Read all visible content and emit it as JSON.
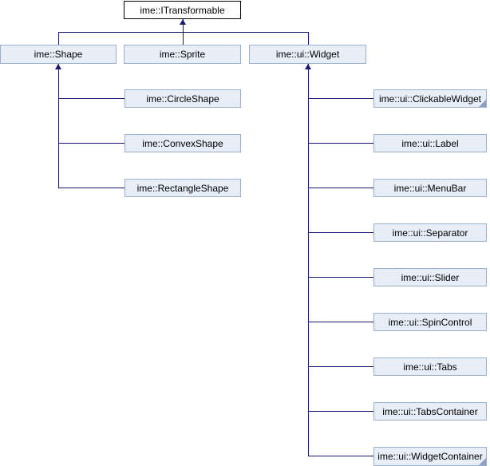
{
  "diagram": {
    "type": "class-inheritance-diagram",
    "colors": {
      "background": "#ffffff",
      "node_fill": "#e8eef7",
      "node_border": "#9caece",
      "root_fill": "#ffffff",
      "root_border": "#000000",
      "edge_line": "#191970",
      "fold_marker": "#8ca0c4",
      "text": "#000000"
    },
    "nodes": [
      {
        "id": "itransformable",
        "label": "ime::ITransformable",
        "is_root": true,
        "has_hidden_subclasses": false
      },
      {
        "id": "shape",
        "label": "ime::Shape",
        "is_root": false,
        "has_hidden_subclasses": false
      },
      {
        "id": "sprite",
        "label": "ime::Sprite",
        "is_root": false,
        "has_hidden_subclasses": false
      },
      {
        "id": "widget",
        "label": "ime::ui::Widget",
        "is_root": false,
        "has_hidden_subclasses": false
      },
      {
        "id": "circleshape",
        "label": "ime::CircleShape",
        "is_root": false,
        "has_hidden_subclasses": false
      },
      {
        "id": "convexshape",
        "label": "ime::ConvexShape",
        "is_root": false,
        "has_hidden_subclasses": false
      },
      {
        "id": "rectangleshape",
        "label": "ime::RectangleShape",
        "is_root": false,
        "has_hidden_subclasses": false
      },
      {
        "id": "clickablewidget",
        "label": "ime::ui::ClickableWidget",
        "is_root": false,
        "has_hidden_subclasses": true
      },
      {
        "id": "label",
        "label": "ime::ui::Label",
        "is_root": false,
        "has_hidden_subclasses": false
      },
      {
        "id": "menubar",
        "label": "ime::ui::MenuBar",
        "is_root": false,
        "has_hidden_subclasses": false
      },
      {
        "id": "separator",
        "label": "ime::ui::Separator",
        "is_root": false,
        "has_hidden_subclasses": false
      },
      {
        "id": "slider",
        "label": "ime::ui::Slider",
        "is_root": false,
        "has_hidden_subclasses": false
      },
      {
        "id": "spincontrol",
        "label": "ime::ui::SpinControl",
        "is_root": false,
        "has_hidden_subclasses": false
      },
      {
        "id": "tabs",
        "label": "ime::ui::Tabs",
        "is_root": false,
        "has_hidden_subclasses": false
      },
      {
        "id": "tabscontainer",
        "label": "ime::ui::TabsContainer",
        "is_root": false,
        "has_hidden_subclasses": false
      },
      {
        "id": "widgetcontainer",
        "label": "ime::ui::WidgetContainer",
        "is_root": false,
        "has_hidden_subclasses": true
      }
    ],
    "edges": [
      {
        "parent": "ime::ITransformable",
        "child": "ime::Shape"
      },
      {
        "parent": "ime::ITransformable",
        "child": "ime::Sprite"
      },
      {
        "parent": "ime::ITransformable",
        "child": "ime::ui::Widget"
      },
      {
        "parent": "ime::Shape",
        "child": "ime::CircleShape"
      },
      {
        "parent": "ime::Shape",
        "child": "ime::ConvexShape"
      },
      {
        "parent": "ime::Shape",
        "child": "ime::RectangleShape"
      },
      {
        "parent": "ime::ui::Widget",
        "child": "ime::ui::ClickableWidget"
      },
      {
        "parent": "ime::ui::Widget",
        "child": "ime::ui::Label"
      },
      {
        "parent": "ime::ui::Widget",
        "child": "ime::ui::MenuBar"
      },
      {
        "parent": "ime::ui::Widget",
        "child": "ime::ui::Separator"
      },
      {
        "parent": "ime::ui::Widget",
        "child": "ime::ui::Slider"
      },
      {
        "parent": "ime::ui::Widget",
        "child": "ime::ui::SpinControl"
      },
      {
        "parent": "ime::ui::Widget",
        "child": "ime::ui::Tabs"
      },
      {
        "parent": "ime::ui::Widget",
        "child": "ime::ui::TabsContainer"
      },
      {
        "parent": "ime::ui::Widget",
        "child": "ime::ui::WidgetContainer"
      }
    ]
  }
}
